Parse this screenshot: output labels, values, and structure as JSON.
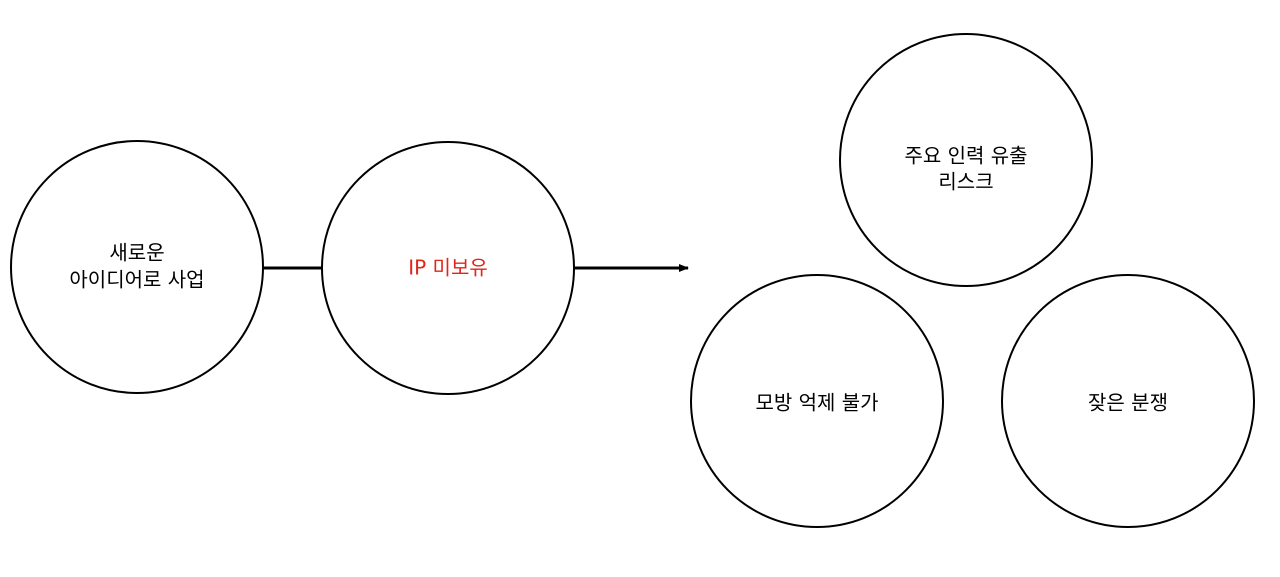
{
  "colors": {
    "background": "#ffffff",
    "stroke": "#000000",
    "text": "#000000",
    "highlight_text": "#e0261c"
  },
  "nodes": {
    "new_idea": {
      "line1": "새로운",
      "line2": "아이디어로 사업"
    },
    "no_ip": {
      "label": "IP 미보유"
    },
    "talent_leak": {
      "line1": "주요 인력 유출",
      "line2": "리스크"
    },
    "imitation": {
      "label": "모방 억제 불가"
    },
    "disputes": {
      "label": "잦은 분쟁"
    }
  }
}
